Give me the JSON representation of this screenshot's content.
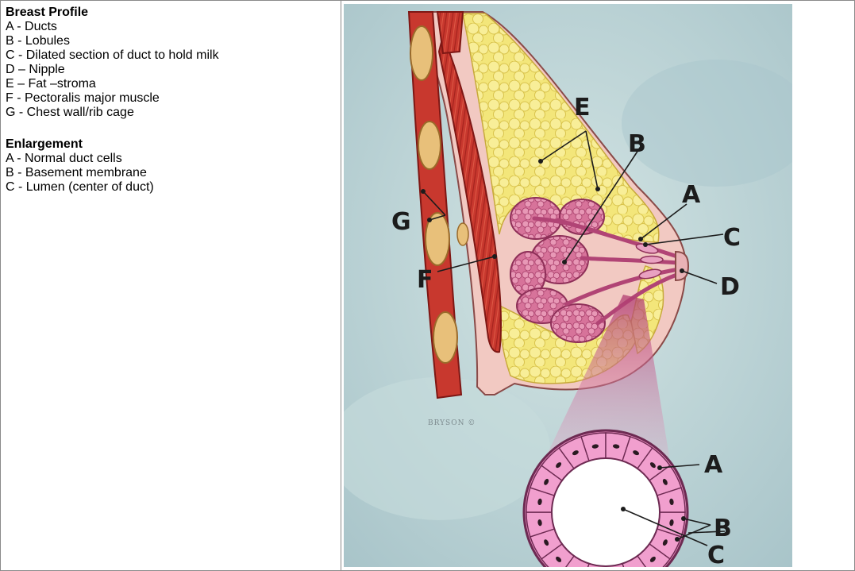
{
  "breast_profile": {
    "title": "Breast Profile",
    "items": [
      "A - Ducts",
      "B - Lobules",
      "C - Dilated section of duct to hold milk",
      "D – Nipple",
      "E – Fat –stroma",
      "F - Pectoralis major muscle",
      "G - Chest wall/rib cage"
    ]
  },
  "enlargement": {
    "title": "Enlargement",
    "items": [
      "A - Normal duct cells",
      "B - Basement membrane",
      "C - Lumen (center of duct)"
    ]
  },
  "diagram": {
    "profile_labels": {
      "A": "A",
      "B": "B",
      "C": "C",
      "D": "D",
      "E": "E",
      "F": "F",
      "G": "G"
    },
    "enlargement_labels": {
      "A": "A",
      "B": "B",
      "C": "C"
    },
    "signature": "BRYSON ©",
    "colors": {
      "background": "#bcd4d6",
      "muscle": "#c8382e",
      "fat": "#f3e67a",
      "skin": "#f2c9c2",
      "lobule": "#d7739a",
      "duct_cell": "#f19fce"
    }
  }
}
